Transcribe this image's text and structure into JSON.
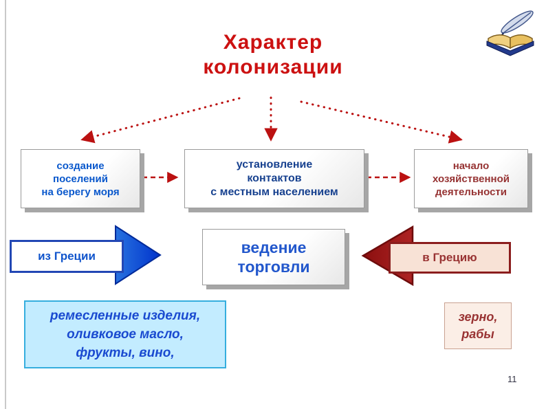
{
  "title": {
    "line1": "Характер",
    "line2": "колонизации"
  },
  "row1": {
    "box1": "создание\nпоселений\nна берегу моря",
    "box2": "установление\nконтактов\nс местным населением",
    "box3": "начало\nхозяйственной\nдеятельности"
  },
  "row2": {
    "from_label": "из Греции",
    "trade_label": "ведение\nторговли",
    "to_label": "в Грецию"
  },
  "row3": {
    "exports": "ремесленные изделия,\nоливковое масло,\nфрукты, вино,",
    "imports": "зерно,\nрабы"
  },
  "footer": {
    "page_number": "11"
  },
  "icons": {
    "logo": "quill-and-open-book-icon"
  },
  "colors": {
    "title_red": "#cc1111",
    "arrow_red": "#bb1111",
    "blue_text": "#0a58cc",
    "navy_text": "#17418f",
    "dark_red_text": "#993333",
    "block_arrow_blue_start": "#b8f0ff",
    "block_arrow_blue_end": "#0033cc",
    "block_arrow_red_start": "#8b0f0f",
    "block_arrow_red_end": "#f0a898",
    "exports_box_bg": "#c3ecff",
    "imports_box_bg": "#fbeee6"
  }
}
